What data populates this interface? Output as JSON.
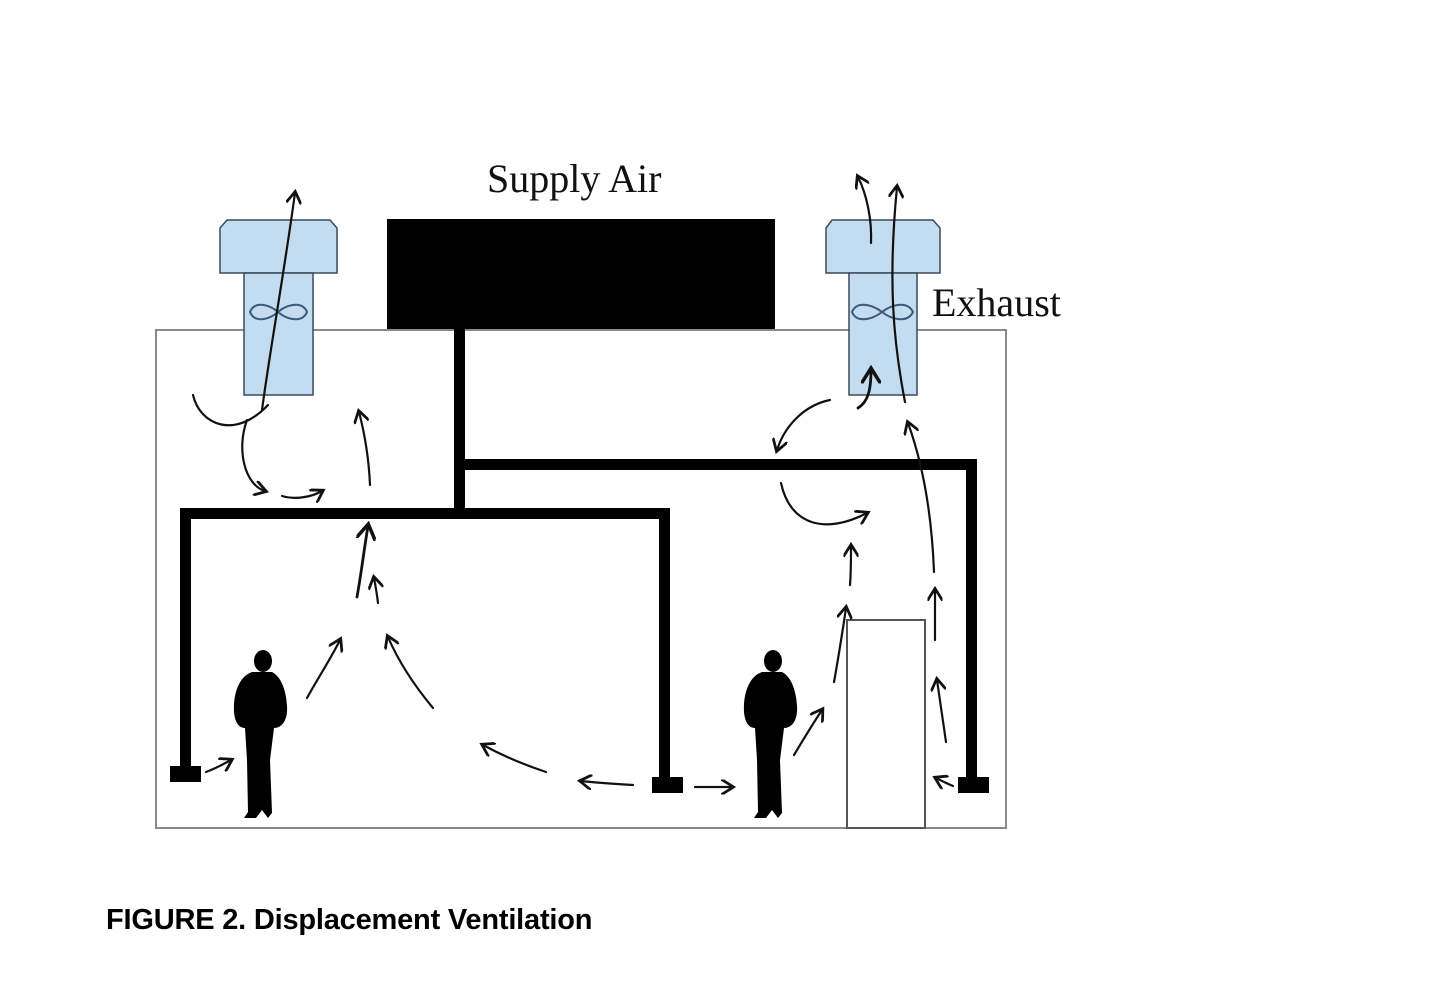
{
  "labels": {
    "supply_air": "Supply Air",
    "exhaust": "Exhaust"
  },
  "caption": "FIGURE 2. Displacement Ventilation",
  "colors": {
    "fan_fill": "#c4dcf0",
    "fan_stroke": "#3a4a5a",
    "duct": "#000000",
    "room_outline": "#8a8a8a"
  },
  "components": {
    "fans": [
      "left-exhaust-fan",
      "right-exhaust-fan"
    ],
    "supply_unit": "air-handling-unit",
    "diffusers": [
      "left-floor-diffuser",
      "center-floor-diffuser",
      "right-floor-diffuser"
    ],
    "occupants": 2,
    "heat_source": "equipment-cabinet"
  }
}
